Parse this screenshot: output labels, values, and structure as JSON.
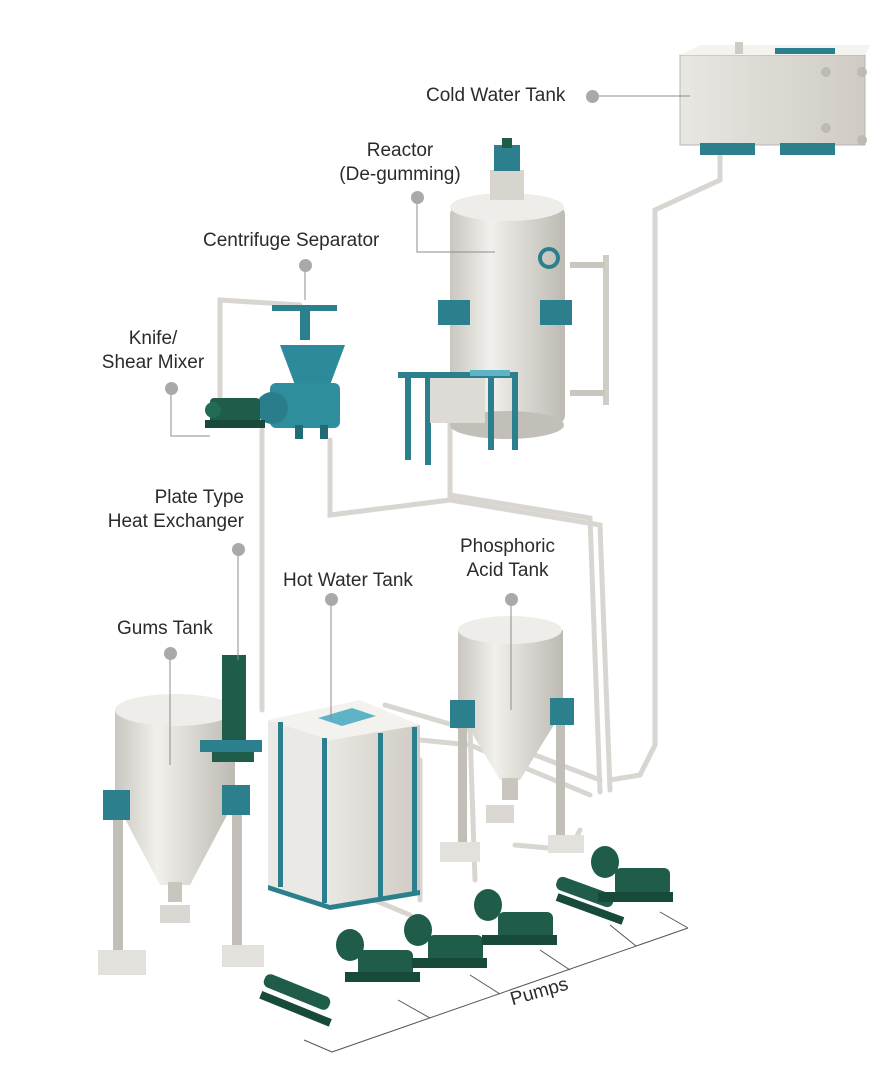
{
  "labels": {
    "cold_water_tank": "Cold Water Tank",
    "reactor_line1": "Reactor",
    "reactor_line2": "(De-gumming)",
    "centrifuge_separator": "Centrifuge Separator",
    "knife_line1": "Knife/",
    "knife_line2": "Shear Mixer",
    "plate_line1": "Plate Type",
    "plate_line2": "Heat Exchanger",
    "phosphoric_line1": "Phosphoric",
    "phosphoric_line2": "Acid Tank",
    "hot_water_tank": "Hot Water Tank",
    "gums_tank": "Gums Tank",
    "pumps": "Pumps"
  },
  "colors": {
    "tank_body": "#e6e4e0",
    "tank_shadow": "#cfccc6",
    "teal_accent": "#2c7f8c",
    "pump_green": "#1f5c4a",
    "pipe": "#dcdad6",
    "callout_dot": "#a9a9a9",
    "callout_line": "#8c8c8c",
    "text": "#2b2b2b"
  }
}
